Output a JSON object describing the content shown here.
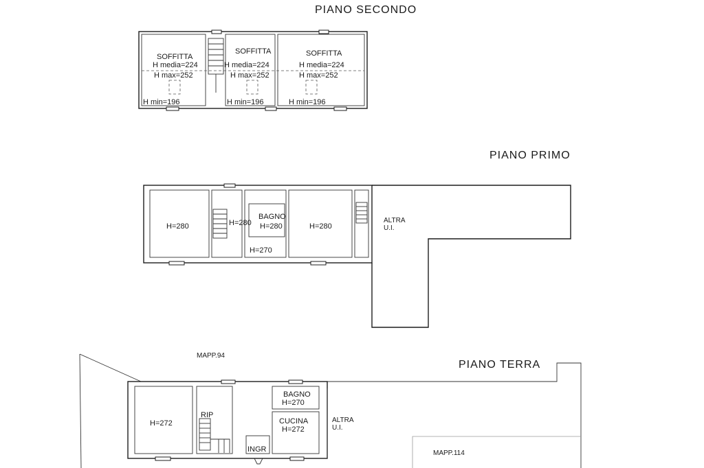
{
  "titles": {
    "piano_secondo": "PIANO  SECONDO",
    "piano_primo": "PIANO  PRIMO",
    "piano_terra": "PIANO TERRA"
  },
  "piano_secondo": {
    "rooms": [
      {
        "name": "SOFFITTA",
        "h_media": "H media=224",
        "h_max": "H max=252",
        "h_min": "H min=196"
      },
      {
        "name": "SOFFITTA",
        "h_media": "H media=224",
        "h_max": "H max=252",
        "h_min": "H min=196"
      },
      {
        "name": "SOFFITTA",
        "h_media": "H media=224",
        "h_max": "H max=252",
        "h_min": "H min=196"
      }
    ]
  },
  "piano_primo": {
    "room1": "H=280",
    "stair_h": "H=280",
    "bagno_name": "BAGNO",
    "bagno_h": "H=280",
    "corridor_h": "H=270",
    "room2": "H=280",
    "altra_1": "ALTRA",
    "altra_2": "U.I."
  },
  "piano_terra": {
    "mapp94": "MAPP.94",
    "room1": "H=272",
    "rip": "RIP",
    "bagno_name": "BAGNO",
    "bagno_h": "H=270",
    "cucina_name": "CUCINA",
    "cucina_h": "H=272",
    "ingr": "INGR",
    "altra_1": "ALTRA",
    "altra_2": "U.I.",
    "mapp114": "MAPP.114"
  }
}
